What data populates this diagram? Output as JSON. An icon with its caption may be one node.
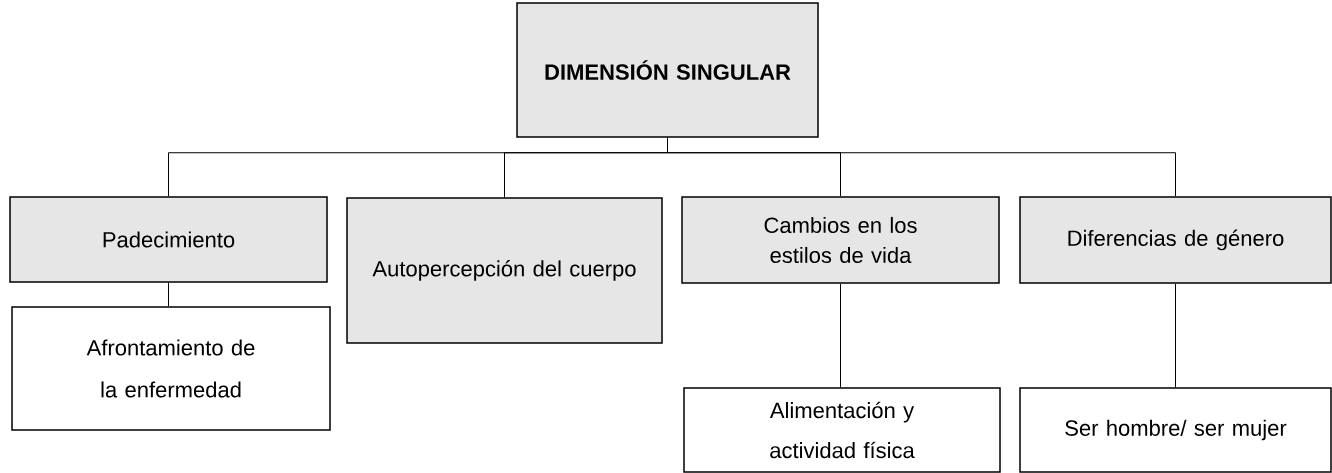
{
  "diagram": {
    "nodes": [
      {
        "text": [
          "DIMENSIÓN SINGULAR"
        ]
      },
      {
        "text": [
          "Padecimiento"
        ]
      },
      {
        "text": [
          "Autopercepción del cuerpo"
        ]
      },
      {
        "text": [
          "Cambios en los estilos de vida"
        ]
      },
      {
        "text": [
          "Diferencias de género"
        ]
      },
      {
        "text": [
          "Afrontamiento de la enfermedad"
        ]
      },
      {
        "text": [
          "Alimentación y actividad física"
        ]
      },
      {
        "text": [
          "Ser hombre/ ser mujer"
        ]
      }
    ],
    "edges": [
      {
        "from": 0,
        "to": 1,
        "arrow": "none"
      },
      {
        "from": 0,
        "to": 2,
        "arrow": "none"
      },
      {
        "from": 0,
        "to": 3,
        "arrow": "none"
      },
      {
        "from": 0,
        "to": 4,
        "arrow": "none"
      },
      {
        "from": 1,
        "to": 5,
        "arrow": "none"
      },
      {
        "from": 3,
        "to": 6,
        "arrow": "none"
      },
      {
        "from": 4,
        "to": 7,
        "arrow": "none"
      }
    ]
  }
}
